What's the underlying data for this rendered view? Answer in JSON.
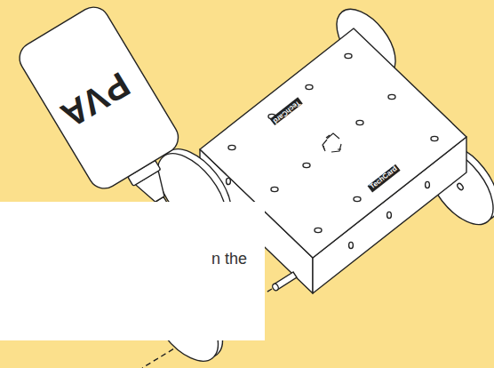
{
  "diagram": {
    "nodes": [
      {
        "text": [
          "n the"
        ]
      }
    ],
    "labels": [
      "PVA",
      "TechCard",
      "TechCard"
    ]
  }
}
